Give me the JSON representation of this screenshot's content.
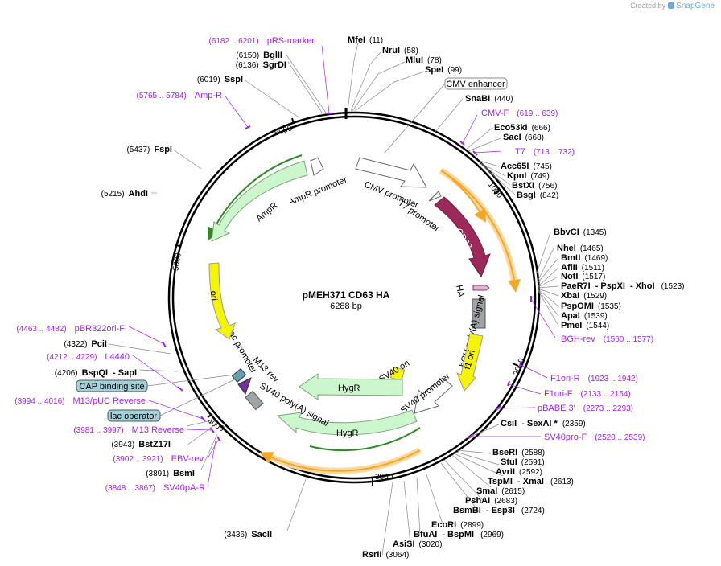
{
  "credit": {
    "created_by": "Created by",
    "brand": "SnapGene"
  },
  "plasmid": {
    "name": "pMEH371 CD63 HA",
    "size": "6288 bp"
  },
  "ticks": [
    "1000",
    "2000",
    "3000",
    "4000",
    "5000",
    "6000"
  ],
  "features": {
    "cmv_promoter": "CMV promoter",
    "t7_promoter": "T7 promoter",
    "cd63": "CD63",
    "ha": "HA",
    "bgh_signal": "bGH poly(A) signal",
    "f1_ori": "f1 ori",
    "sv40_ori": "SV40 ori",
    "sv40_promoter": "SV40 promoter",
    "hygr_1": "HygR",
    "hygr_2": "HygR",
    "sv40_polya": "SV40 poly(A) signal",
    "m13_rev": "M13 rev",
    "lac_promoter": "lac promoter",
    "ori": "ori",
    "ampr": "AmpR",
    "ampr_promoter": "AmpR promoter",
    "cmv_enhancer_box": "CMV enhancer",
    "cap_box": "CAP binding site",
    "lac_operator_box": "lac operator"
  },
  "enzymes_right": [
    {
      "name": "MfeI",
      "pos": "(11)"
    },
    {
      "name": "NruI",
      "pos": "(58)"
    },
    {
      "name": "MluI",
      "pos": "(78)"
    },
    {
      "name": "SpeI",
      "pos": "(99)"
    },
    {
      "name": "SnaBI",
      "pos": "(440)"
    },
    {
      "name": "Eco53kI",
      "pos": "(666)"
    },
    {
      "name": "SacI",
      "pos": "(668)"
    },
    {
      "name": "Acc65I",
      "pos": "(745)"
    },
    {
      "name": "KpnI",
      "pos": "(749)"
    },
    {
      "name": "BstXI",
      "pos": "(756)"
    },
    {
      "name": "BsgI",
      "pos": "(842)"
    },
    {
      "name": "BbvCI",
      "pos": "(1345)"
    },
    {
      "name": "NheI",
      "pos": "(1465)"
    },
    {
      "name": "BmtI",
      "pos": "(1469)"
    },
    {
      "name": "AflII",
      "pos": "(1511)"
    },
    {
      "name": "NotI",
      "pos": "(1517)"
    },
    {
      "name": "PaeR7I",
      "pos": "- PspXI"
    },
    {
      "name": "XbaI",
      "pos": "(1529)"
    },
    {
      "name": "PspOMI",
      "pos": "(1535)"
    },
    {
      "name": "ApaI",
      "pos": "(1539)"
    },
    {
      "name": "PmeI",
      "pos": "(1544)"
    },
    {
      "name": "CsiI",
      "pos": "- SexAI *"
    },
    {
      "name": "BseRI",
      "pos": "(2588)"
    },
    {
      "name": "StuI",
      "pos": "(2591)"
    },
    {
      "name": "AvrII",
      "pos": "(2592)"
    },
    {
      "name": "TspMI",
      "pos": "- XmaI"
    },
    {
      "name": "SmaI",
      "pos": "(2615)"
    },
    {
      "name": "PshAI",
      "pos": "(2683)"
    },
    {
      "name": "BsmBI",
      "pos": "- Esp3I"
    },
    {
      "name": "EcoRI",
      "pos": "(2899)"
    },
    {
      "name": "BfuAI",
      "pos": "- BspMI"
    },
    {
      "name": "AsiSI",
      "pos": "(3020)"
    },
    {
      "name": "RsrII",
      "pos": "(3064)"
    }
  ],
  "enzyme_extras": {
    "xhoi": "- XhoI",
    "xhoi_pos": "(1523)",
    "sexai_pos": "(2359)",
    "xmai_pos": "(2613)",
    "esp3i_pos": "(2724)",
    "bspmi_pos": "(2969)"
  },
  "enzymes_left": [
    {
      "pos": "(6150)",
      "name": "BglII"
    },
    {
      "pos": "(6136)",
      "name": "SgrDI"
    },
    {
      "pos": "(6019)",
      "name": "SspI"
    },
    {
      "pos": "(5437)",
      "name": "FspI"
    },
    {
      "pos": "(5215)",
      "name": "AhdI"
    },
    {
      "pos": "(4322)",
      "name": "PciI"
    },
    {
      "pos": "(4206)",
      "name": "BspQI",
      "extra": "- SapI"
    },
    {
      "pos": "(3943)",
      "name": "BstZ17I"
    },
    {
      "pos": "(3891)",
      "name": "BsmI"
    },
    {
      "pos": "(3436)",
      "name": "SacII"
    }
  ],
  "primers_right": [
    {
      "name": "CMV-F",
      "range": "(619 .. 639)"
    },
    {
      "name": "T7",
      "range": "(713 .. 732)"
    },
    {
      "name": "BGH-rev",
      "range": "(1560 .. 1577)"
    },
    {
      "name": "F1ori-R",
      "range": "(1923 .. 1942)"
    },
    {
      "name": "F1ori-F",
      "range": "(2133 .. 2154)"
    },
    {
      "name": "pBABE 3'",
      "range": "(2273 .. 2293)"
    },
    {
      "name": "SV40pro-F",
      "range": "(2520 .. 2539)"
    }
  ],
  "primers_left": [
    {
      "range": "(6182 .. 6201)",
      "name": "pRS-marker"
    },
    {
      "range": "(5765 .. 5784)",
      "name": "Amp-R"
    },
    {
      "range": "(4463 .. 4482)",
      "name": "pBR322ori-F"
    },
    {
      "range": "(4212 .. 4229)",
      "name": "L4440"
    },
    {
      "range": "(3994 .. 4016)",
      "name": "M13/pUC Reverse"
    },
    {
      "range": "(3981 .. 3997)",
      "name": "M13 Reverse"
    },
    {
      "range": "(3902 .. 3921)",
      "name": "EBV-rev"
    },
    {
      "range": "(3848 .. 3867)",
      "name": "SV40pA-R"
    }
  ],
  "colors": {
    "backbone": "#000000",
    "primer": "#a020f0",
    "cd63": "#9b2a5a",
    "ori_yellow": "#f5f500",
    "marker_green": "#ccf7cc",
    "promoter_white": "#ffffff",
    "polya_gray": "#a0a4a8",
    "orf_orange": "#f5a623",
    "box_blue": "#a4d0da"
  }
}
